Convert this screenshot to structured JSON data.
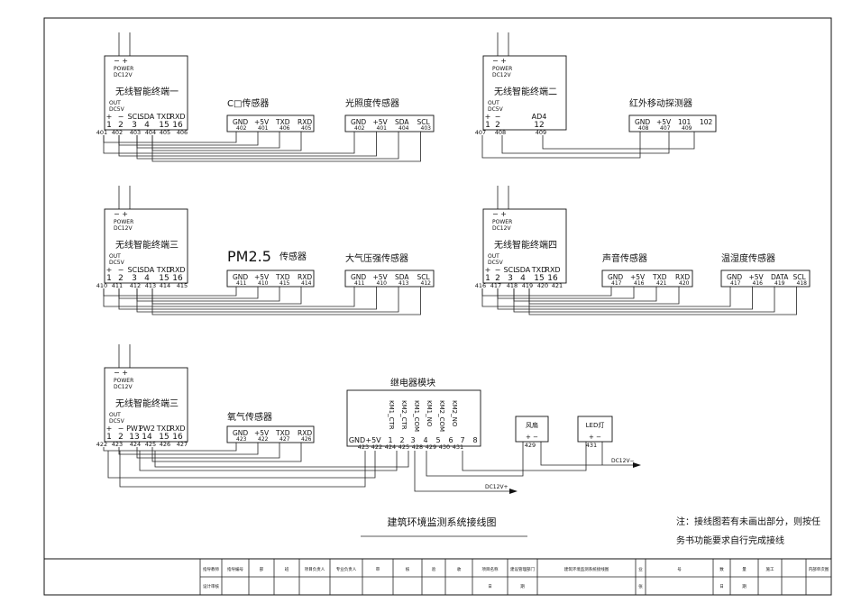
{
  "title": "建筑环境监测系统接线图",
  "note": {
    "line1": "注：接线图若有未画出部分，则按任",
    "line2": "务书功能要求自行完成接线"
  },
  "terminals": [
    {
      "key": "t1",
      "power_pins": "−  +",
      "power_label": "POWER",
      "power_voltage": "DC12V",
      "name": "无线智能终端一",
      "out_label": "OUT",
      "out_voltage": "DC5V",
      "pin_names": [
        "+",
        "−",
        "SCL",
        "SDA",
        "TXD",
        "RXD"
      ],
      "pin_nums": [
        "1",
        "2",
        "3",
        "4",
        "15",
        "16"
      ],
      "wire_labels": [
        "401",
        "402",
        "403",
        "404",
        "405",
        "406"
      ]
    },
    {
      "key": "t2",
      "power_pins": "−  +",
      "power_label": "POWER",
      "power_voltage": "DC12V",
      "name": "无线智能终端二",
      "out_label": "OUT",
      "out_voltage": "DC5V",
      "pin_names": [
        "+",
        "−",
        "AD4"
      ],
      "pin_nums": [
        "1",
        "2",
        "12"
      ],
      "wire_labels": [
        "407",
        "408",
        "409"
      ]
    },
    {
      "key": "t3",
      "power_pins": "−  +",
      "power_label": "POWER",
      "power_voltage": "DC12V",
      "name": "无线智能终端三",
      "out_label": "OUT",
      "out_voltage": "DC5V",
      "pin_names": [
        "+",
        "−",
        "SCL",
        "SDA",
        "TXD",
        "RXD"
      ],
      "pin_nums": [
        "1",
        "2",
        "3",
        "4",
        "15",
        "16"
      ],
      "wire_labels": [
        "410",
        "411",
        "412",
        "413",
        "414",
        "415"
      ]
    },
    {
      "key": "t4",
      "power_pins": "−  +",
      "power_label": "POWER",
      "power_voltage": "DC12V",
      "name": "无线智能终端四",
      "out_label": "OUT",
      "out_voltage": "DC5V",
      "pin_names": [
        "+",
        "−",
        "SCL",
        "SDA",
        "TXD",
        "RXD"
      ],
      "pin_nums": [
        "1",
        "2",
        "3",
        "4",
        "15",
        "16"
      ],
      "wire_labels": [
        "416",
        "417",
        "418",
        "419",
        "420",
        "421"
      ]
    },
    {
      "key": "t5",
      "power_pins": "−  +",
      "power_label": "POWER",
      "power_voltage": "DC12V",
      "name": "无线智能终端三",
      "out_label": "OUT",
      "out_voltage": "DC5V",
      "pin_names": [
        "+",
        "−",
        "PW1",
        "PW2",
        "TXD",
        "RXD"
      ],
      "pin_nums": [
        "1",
        "2",
        "13",
        "14",
        "15",
        "16"
      ],
      "wire_labels": [
        "422",
        "423",
        "424",
        "425",
        "426",
        "427"
      ]
    }
  ],
  "sensors": [
    {
      "key": "co",
      "name": "C□传感器",
      "pins": [
        "GND",
        "+5V",
        "TXD",
        "RXD"
      ],
      "wires": [
        "402",
        "401",
        "406",
        "405"
      ]
    },
    {
      "key": "light",
      "name": "光照度传感器",
      "pins": [
        "GND",
        "+5V",
        "SDA",
        "SCL"
      ],
      "wires": [
        "402",
        "401",
        "404",
        "403"
      ]
    },
    {
      "key": "ir",
      "name": "红外移动探测器",
      "pins": [
        "GND",
        "+5V",
        "101",
        "102"
      ],
      "wires": [
        "408",
        "407",
        "409"
      ]
    },
    {
      "key": "pm25",
      "name_big": "PM2.5",
      "name_small": "传感器",
      "pins": [
        "GND",
        "+5V",
        "TXD",
        "RXD"
      ],
      "wires": [
        "411",
        "410",
        "415",
        "414"
      ]
    },
    {
      "key": "baro",
      "name": "大气压强传感器",
      "pins": [
        "GND",
        "+5V",
        "SDA",
        "SCL"
      ],
      "wires": [
        "411",
        "410",
        "413",
        "412"
      ]
    },
    {
      "key": "sound",
      "name": "声音传感器",
      "pins": [
        "GND",
        "+5V",
        "TXD",
        "RXD"
      ],
      "wires": [
        "417",
        "416",
        "421",
        "420"
      ]
    },
    {
      "key": "temp",
      "name": "温湿度传感器",
      "pins": [
        "GND",
        "+5V",
        "DATA",
        "SCL"
      ],
      "wires": [
        "417",
        "416",
        "419",
        "418"
      ]
    },
    {
      "key": "oxygen",
      "name": "氧气传感器",
      "pins": [
        "GND",
        "+5V",
        "TXD",
        "RXD"
      ],
      "wires": [
        "423",
        "422",
        "427",
        "426"
      ]
    }
  ],
  "relay": {
    "name": "继电器模块",
    "vlabels": [
      "KM1_CTR",
      "KM2_CTR",
      "KM1_COM",
      "KM1_NO",
      "KM2_COM",
      "KM2_NO"
    ],
    "pins": [
      "GND",
      "+5V",
      "1",
      "2",
      "3",
      "4",
      "5",
      "6",
      "7",
      "8"
    ],
    "wires": [
      "423",
      "422",
      "424",
      "425",
      "428",
      "429",
      "430",
      "431"
    ]
  },
  "loads": {
    "fan": {
      "name": "风扇",
      "pins": "+   −",
      "wire": "429"
    },
    "led": {
      "name": "LED灯",
      "pins": "+   −",
      "wire": "431"
    },
    "dc_label_1": "DC12V+",
    "dc_label_2": "DC12V−"
  },
  "title_block": {
    "row1": [
      "指导教师",
      "指导编号",
      "部",
      "班",
      "项目负责人",
      "专业负责人",
      "审",
      "核",
      "验",
      "收",
      "项目名称",
      "建设管理部门",
      "建筑环境监测系统接线图",
      "业",
      "号",
      "数",
      "量",
      "施工",
      "",
      "内部单次图"
    ],
    "row2": [
      "设计审核",
      "",
      "",
      "",
      "",
      "",
      "",
      "",
      "",
      "",
      "日",
      "期",
      "",
      "张",
      "",
      "日",
      "期"
    ]
  },
  "colors": {
    "line": "#222222",
    "text": "#111111",
    "paper": "#ffffff"
  }
}
